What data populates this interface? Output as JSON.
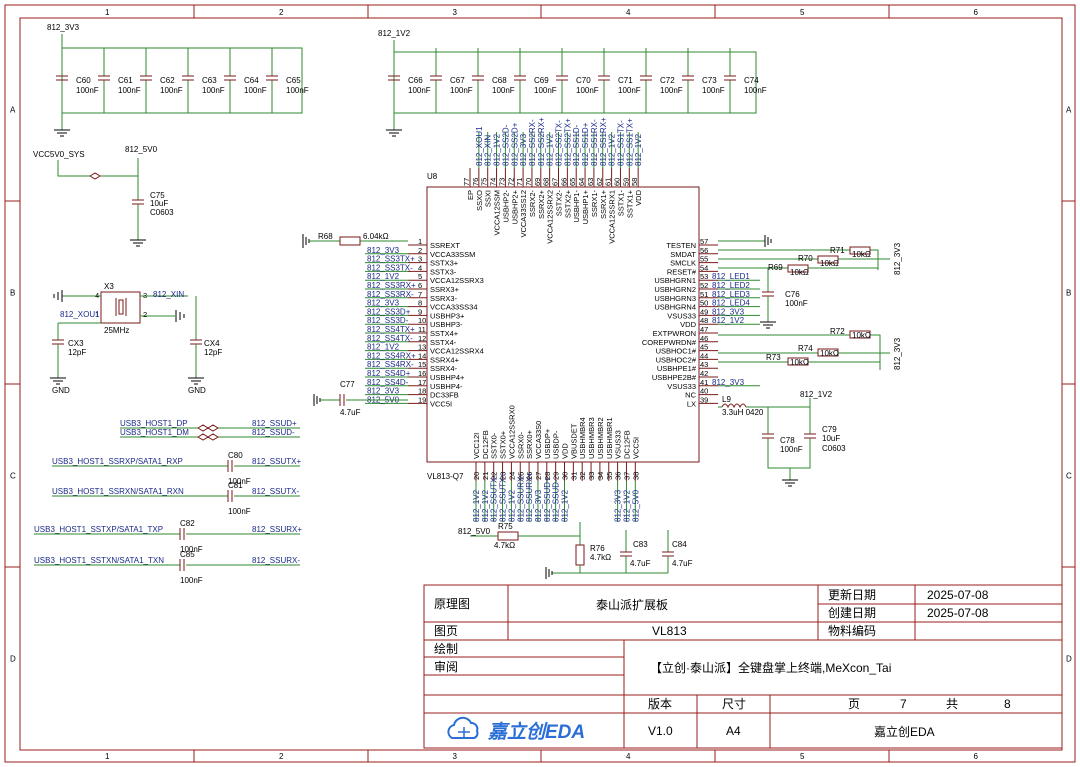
{
  "sheet": {
    "cols": [
      "1",
      "2",
      "3",
      "4",
      "5",
      "6"
    ],
    "rows": [
      "A",
      "B",
      "C",
      "D"
    ]
  },
  "nets": {
    "v3v3": "812_3V3",
    "v1v2": "812_1V2",
    "v5v0": "812_5V0",
    "vcc5v0_sys": "VCC5V0_SYS",
    "xin": "812_XIN",
    "xout": "812_XOU1",
    "gnd": "GND"
  },
  "caps_3v3": [
    {
      "ref": "C60",
      "val": "100nF"
    },
    {
      "ref": "C61",
      "val": "100nF"
    },
    {
      "ref": "C62",
      "val": "100nF"
    },
    {
      "ref": "C63",
      "val": "100nF"
    },
    {
      "ref": "C64",
      "val": "100nF"
    },
    {
      "ref": "C65",
      "val": "100nF"
    }
  ],
  "caps_1v2": [
    {
      "ref": "C66",
      "val": "100nF"
    },
    {
      "ref": "C67",
      "val": "100nF"
    },
    {
      "ref": "C68",
      "val": "100nF"
    },
    {
      "ref": "C69",
      "val": "100nF"
    },
    {
      "ref": "C70",
      "val": "100nF"
    },
    {
      "ref": "C71",
      "val": "100nF"
    },
    {
      "ref": "C72",
      "val": "100nF"
    },
    {
      "ref": "C73",
      "val": "100nF"
    },
    {
      "ref": "C74",
      "val": "100nF"
    }
  ],
  "c75": {
    "ref": "C75",
    "val": "10uF",
    "pkg": "C0603"
  },
  "crystal": {
    "ref": "X3",
    "val": "25MHz",
    "cx3": "CX3",
    "cx3v": "12pF",
    "cx4": "CX4",
    "cx4v": "12pF",
    "p1": "1",
    "p2": "2",
    "p3": "3",
    "p4": "4"
  },
  "ic": {
    "ref": "U8",
    "part": "VL813-Q7"
  },
  "left_pins": [
    {
      "n": "1",
      "name": "SSREXT",
      "net": ""
    },
    {
      "n": "2",
      "name": "VCCA33SSM",
      "net": "812_3V3"
    },
    {
      "n": "3",
      "name": "SSTX3+",
      "net": "812_SS3TX+"
    },
    {
      "n": "4",
      "name": "SSTX3-",
      "net": "812_SS3TX-"
    },
    {
      "n": "5",
      "name": "VCCA12SSRX3",
      "net": "812_1V2"
    },
    {
      "n": "6",
      "name": "SSRX3+",
      "net": "812_SS3RX+"
    },
    {
      "n": "7",
      "name": "SSRX3-",
      "net": "812_SS3RX-"
    },
    {
      "n": "8",
      "name": "VCCA33SS34",
      "net": "812_3V3"
    },
    {
      "n": "9",
      "name": "USBHP3+",
      "net": "812_SS3D+"
    },
    {
      "n": "10",
      "name": "USBHP3-",
      "net": "812_SS3D-"
    },
    {
      "n": "11",
      "name": "SSTX4+",
      "net": "812_SS4TX+"
    },
    {
      "n": "12",
      "name": "SSTX4-",
      "net": "812_SS4TX-"
    },
    {
      "n": "13",
      "name": "VCCA12SSRX4",
      "net": "812_1V2"
    },
    {
      "n": "14",
      "name": "SSRX4+",
      "net": "812_SS4RX+"
    },
    {
      "n": "15",
      "name": "SSRX4-",
      "net": "812_SS4RX-"
    },
    {
      "n": "16",
      "name": "USBHP4+",
      "net": "812_SS4D+"
    },
    {
      "n": "17",
      "name": "USBHP4-",
      "net": "812_SS4D-"
    },
    {
      "n": "18",
      "name": "DC33FB",
      "net": "812_3V3"
    },
    {
      "n": "19",
      "name": "VCC5I",
      "net": "812_5V0"
    }
  ],
  "right_pins": [
    {
      "n": "57",
      "name": "TESTEN",
      "net": ""
    },
    {
      "n": "56",
      "name": "SMDAT",
      "net": ""
    },
    {
      "n": "55",
      "name": "SMCLK",
      "net": ""
    },
    {
      "n": "54",
      "name": "RESET#",
      "net": ""
    },
    {
      "n": "53",
      "name": "USBHGRN1",
      "net": "812_LED1"
    },
    {
      "n": "52",
      "name": "USBHGRN2",
      "net": "812_LED2"
    },
    {
      "n": "51",
      "name": "USBHGRN3",
      "net": "812_LED3"
    },
    {
      "n": "50",
      "name": "USBHGRN4",
      "net": "812_LED4"
    },
    {
      "n": "49",
      "name": "VSUS33",
      "net": "812_3V3"
    },
    {
      "n": "48",
      "name": "VDD",
      "net": "812_1V2"
    },
    {
      "n": "47",
      "name": "EXTPWRON",
      "net": ""
    },
    {
      "n": "46",
      "name": "COREPWRDN#",
      "net": ""
    },
    {
      "n": "45",
      "name": "USBHOC1#",
      "net": ""
    },
    {
      "n": "44",
      "name": "USBHOC2#",
      "net": ""
    },
    {
      "n": "43",
      "name": "USBHPE1#",
      "net": ""
    },
    {
      "n": "42",
      "name": "USBHPE2B#",
      "net": ""
    },
    {
      "n": "41",
      "name": "VSUS33",
      "net": "812_3V3"
    },
    {
      "n": "40",
      "name": "NC",
      "net": ""
    },
    {
      "n": "39",
      "name": "LX",
      "net": ""
    }
  ],
  "top_pins": [
    {
      "n": "77",
      "name": "EP",
      "net": ""
    },
    {
      "n": "76",
      "name": "SSXO",
      "net": "812_XOU1"
    },
    {
      "n": "75",
      "name": "SSXI",
      "net": "812_XIN"
    },
    {
      "n": "74",
      "name": "VCCA12SSM",
      "net": "812_1V2"
    },
    {
      "n": "73",
      "name": "USBHP2-",
      "net": "812_SS2D-"
    },
    {
      "n": "72",
      "name": "USBHP2+",
      "net": "812_SS2D+"
    },
    {
      "n": "71",
      "name": "VCCA33SS12",
      "net": "812_3V3"
    },
    {
      "n": "70",
      "name": "SSRX2-",
      "net": "812_SS2RX-"
    },
    {
      "n": "69",
      "name": "SSRX2+",
      "net": "812_SS2RX+"
    },
    {
      "n": "68",
      "name": "VCCA12SSRX2",
      "net": "812_1V2"
    },
    {
      "n": "67",
      "name": "SSTX2-",
      "net": "812_SS2TX-"
    },
    {
      "n": "66",
      "name": "SSTX2+",
      "net": "812_SS2TX+"
    },
    {
      "n": "65",
      "name": "USBHP1-",
      "net": "812_SS1D-"
    },
    {
      "n": "64",
      "name": "USBHP1+",
      "net": "812_SS1D+"
    },
    {
      "n": "63",
      "name": "SSRX1-",
      "net": "812_SS1RX-"
    },
    {
      "n": "62",
      "name": "SSRX1+",
      "net": "812_SS1RX+"
    },
    {
      "n": "61",
      "name": "VCCA12SSRX1",
      "net": "812_1V2"
    },
    {
      "n": "60",
      "name": "SSTX1-",
      "net": "812_SS1TX-"
    },
    {
      "n": "59",
      "name": "SSTX1+",
      "net": "812_SS1TX+"
    },
    {
      "n": "58",
      "name": "VDD",
      "net": "812_1V2"
    }
  ],
  "bottom_pins": [
    {
      "n": "20",
      "name": "VCC12I",
      "net": "812_1V2"
    },
    {
      "n": "21",
      "name": "DC12FB",
      "net": "812_1V2"
    },
    {
      "n": "22",
      "name": "SSTX0-",
      "net": "812_SSUTX-"
    },
    {
      "n": "23",
      "name": "SSTX0+",
      "net": "812_SSUTX+"
    },
    {
      "n": "24",
      "name": "VCCA12SSRX0",
      "net": "812_1V2"
    },
    {
      "n": "25",
      "name": "SSRX0-",
      "net": "812_SSURX-"
    },
    {
      "n": "26",
      "name": "SSRX0+",
      "net": "812_SSURX+"
    },
    {
      "n": "27",
      "name": "VCCA33S0",
      "net": "812_3V3"
    },
    {
      "n": "28",
      "name": "USBDP+",
      "net": "812_SSUD+"
    },
    {
      "n": "29",
      "name": "USBDP-",
      "net": "812_SSUD-"
    },
    {
      "n": "30",
      "name": "VDD",
      "net": "812_1V2"
    },
    {
      "n": "31",
      "name": "VBUSDET",
      "net": ""
    },
    {
      "n": "32",
      "name": "USBHMBR4",
      "net": ""
    },
    {
      "n": "33",
      "name": "USBHMBR3",
      "net": ""
    },
    {
      "n": "34",
      "name": "USBHMBR2",
      "net": ""
    },
    {
      "n": "35",
      "name": "USBHMBR1",
      "net": ""
    },
    {
      "n": "36",
      "name": "VSUS33",
      "net": "812_3V3"
    },
    {
      "n": "37",
      "name": "DC12FB",
      "net": "812_1V2"
    },
    {
      "n": "38",
      "name": "VCC5I",
      "net": "812_5V0"
    }
  ],
  "r68": {
    "ref": "R68",
    "val": "6.04kΩ"
  },
  "c77": {
    "ref": "C77",
    "val": "4.7uF"
  },
  "r69": {
    "ref": "R69",
    "val": "10kΩ"
  },
  "r70": {
    "ref": "R70",
    "val": "10kΩ"
  },
  "r71": {
    "ref": "R71",
    "val": "10kΩ"
  },
  "r72": {
    "ref": "R72",
    "val": "10kΩ"
  },
  "r73": {
    "ref": "R73",
    "val": "10kΩ"
  },
  "r74": {
    "ref": "R74",
    "val": "10kΩ"
  },
  "c76": {
    "ref": "C76",
    "val": "100nF"
  },
  "l9": {
    "ref": "L9",
    "val": "3.3uH 0420"
  },
  "c78": {
    "ref": "C78",
    "val": "100nF"
  },
  "c79": {
    "ref": "C79",
    "val": "10uF",
    "pkg": "C0603"
  },
  "r75": {
    "ref": "R75",
    "val": "4.7kΩ"
  },
  "r76": {
    "ref": "R76",
    "val": "4.7kΩ"
  },
  "c83": {
    "ref": "C83",
    "val": "4.7uF"
  },
  "c84": {
    "ref": "C84",
    "val": "4.7uF"
  },
  "usb_links": [
    {
      "left": "USB3_HOST1_DP",
      "right": "812_SSUD+",
      "cap": "",
      "capv": ""
    },
    {
      "left": "USB3_HOST1_DM",
      "right": "812_SSUD-",
      "cap": "",
      "capv": ""
    },
    {
      "left": "USB3_HOST1_SSRXP/SATA1_RXP",
      "right": "812_SSUTX+",
      "cap": "C80",
      "capv": "100nF"
    },
    {
      "left": "USB3_HOST1_SSRXN/SATA1_RXN",
      "right": "812_SSUTX-",
      "cap": "C81",
      "capv": "100nF"
    },
    {
      "left": "USB3_HOST1_SSTXP/SATA1_TXP",
      "right": "812_SSURX+",
      "cap": "C82",
      "capv": "100nF"
    },
    {
      "left": "USB3_HOST1_SSTXN/SATA1_TXN",
      "right": "812_SSURX-",
      "cap": "C85",
      "capv": "100nF"
    }
  ],
  "title_block": {
    "type_label": "原理图",
    "project": "泰山派扩展板",
    "upd_label": "更新日期",
    "upd": "2025-07-08",
    "cre_label": "创建日期",
    "cre": "2025-07-08",
    "page_label": "图页",
    "page_name": "VL813",
    "part_label": "物料编码",
    "draw_label": "绘制",
    "review_label": "审阅",
    "desc": "【立创·泰山派】全键盘掌上终端,MeXcon_Tai",
    "ver_label": "版本",
    "ver": "V1.0",
    "size_label": "尺寸",
    "size": "A4",
    "pg_label": "页",
    "pg": "7",
    "total_label": "共",
    "total": "8",
    "logo": "嘉立创EDA",
    "company": "嘉立创EDA"
  }
}
